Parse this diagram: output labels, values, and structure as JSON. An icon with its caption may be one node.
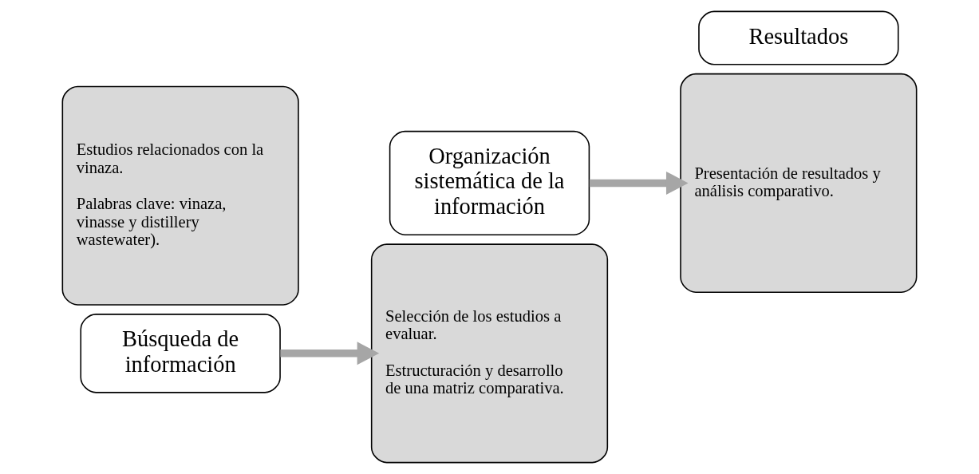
{
  "diagram": {
    "nodes": [
      {
        "text": [
          "Estudios relacionados con la vinaza.",
          "Palabras clave: vinaza, vinasse y distillery wastewater)."
        ]
      },
      {
        "text": [
          "Búsqueda de información"
        ]
      },
      {
        "text": [
          "Selección de los estudios a evaluar.",
          "Estructuración y desarrollo de una matriz comparativa."
        ]
      },
      {
        "text": [
          "Organización sistemática de la información"
        ]
      },
      {
        "text": [
          "Presentación de resultados y análisis comparativo."
        ]
      },
      {
        "text": [
          "Resultados"
        ]
      }
    ],
    "edges": [
      {
        "from": 1,
        "to": 2,
        "arrow": "to"
      },
      {
        "from": 3,
        "to": 4,
        "arrow": "to"
      }
    ]
  }
}
